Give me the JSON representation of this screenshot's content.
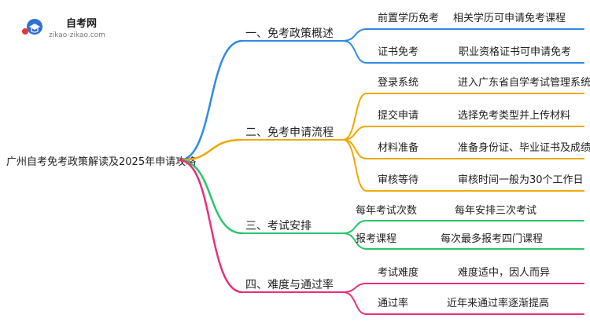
{
  "logo": {
    "title": "自考网",
    "url": "zikao-zikao.com"
  },
  "root": "广州自考免考政策解读及2025年申请攻略",
  "branches": [
    {
      "label": "一、免考政策概述",
      "color": "#2e8be6",
      "items": [
        {
          "name": "前置学历免考",
          "desc": "相关学历可申请免考课程"
        },
        {
          "name": "证书免考",
          "desc": "职业资格证书可申请免考"
        }
      ]
    },
    {
      "label": "二、免考申请流程",
      "color": "#f0a800",
      "items": [
        {
          "name": "登录系统",
          "desc": "进入广东省自学考试管理系统"
        },
        {
          "name": "提交申请",
          "desc": "选择免考类型并上传材料"
        },
        {
          "name": "材料准备",
          "desc": "准备身份证、毕业证书及成绩单"
        },
        {
          "name": "审核等待",
          "desc": "审核时间一般为30个工作日"
        }
      ]
    },
    {
      "label": "三、考试安排",
      "color": "#2bc46a",
      "items": [
        {
          "name": "每年考试次数",
          "desc": "每年安排三次考试"
        },
        {
          "name": "报考课程",
          "desc": "每次最多报考四门课程"
        }
      ]
    },
    {
      "label": "四、难度与通过率",
      "color": "#e8307a",
      "items": [
        {
          "name": "考试难度",
          "desc": "难度适中，因人而异"
        },
        {
          "name": "通过率",
          "desc": "近年来通过率逐渐提高"
        }
      ]
    }
  ]
}
